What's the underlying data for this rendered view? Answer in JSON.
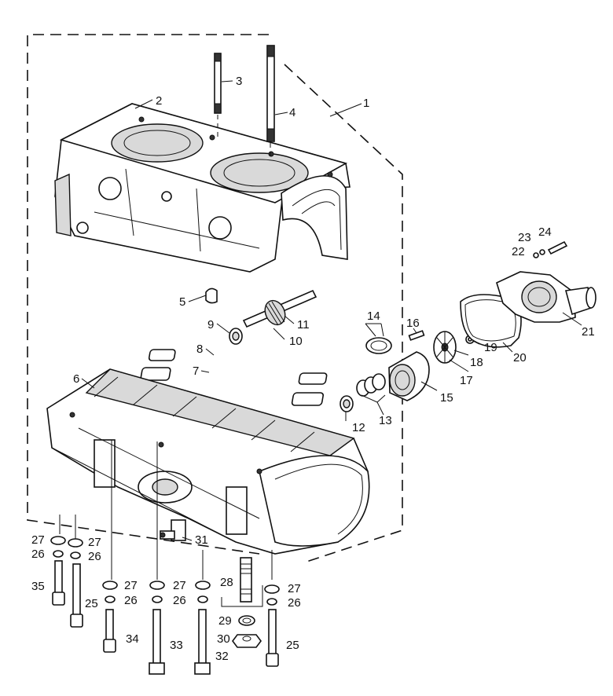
{
  "diagram": {
    "callouts": [
      {
        "id": "c1",
        "text": "1"
      },
      {
        "id": "c2",
        "text": "2"
      },
      {
        "id": "c3",
        "text": "3"
      },
      {
        "id": "c4",
        "text": "4"
      },
      {
        "id": "c5",
        "text": "5"
      },
      {
        "id": "c6",
        "text": "6"
      },
      {
        "id": "c7",
        "text": "7"
      },
      {
        "id": "c8",
        "text": "8"
      },
      {
        "id": "c9",
        "text": "9"
      },
      {
        "id": "c10",
        "text": "10"
      },
      {
        "id": "c11",
        "text": "11"
      },
      {
        "id": "c12",
        "text": "12"
      },
      {
        "id": "c13",
        "text": "13"
      },
      {
        "id": "c14",
        "text": "14"
      },
      {
        "id": "c15",
        "text": "15"
      },
      {
        "id": "c16",
        "text": "16"
      },
      {
        "id": "c17",
        "text": "17"
      },
      {
        "id": "c18",
        "text": "18"
      },
      {
        "id": "c19",
        "text": "19"
      },
      {
        "id": "c20",
        "text": "20"
      },
      {
        "id": "c21",
        "text": "21"
      },
      {
        "id": "c22",
        "text": "22"
      },
      {
        "id": "c23",
        "text": "23"
      },
      {
        "id": "c24",
        "text": "24"
      },
      {
        "id": "c27a",
        "text": "27"
      },
      {
        "id": "c27b",
        "text": "27"
      },
      {
        "id": "c26a",
        "text": "26"
      },
      {
        "id": "c26b",
        "text": "26"
      },
      {
        "id": "c31",
        "text": "31"
      },
      {
        "id": "c35",
        "text": "35"
      },
      {
        "id": "c25a",
        "text": "25"
      },
      {
        "id": "c27c",
        "text": "27"
      },
      {
        "id": "c27d",
        "text": "27"
      },
      {
        "id": "c26c",
        "text": "26"
      },
      {
        "id": "c26d",
        "text": "26"
      },
      {
        "id": "c28",
        "text": "28"
      },
      {
        "id": "c27e",
        "text": "27"
      },
      {
        "id": "c26e",
        "text": "26"
      },
      {
        "id": "c29",
        "text": "29"
      },
      {
        "id": "c30",
        "text": "30"
      },
      {
        "id": "c34",
        "text": "34"
      },
      {
        "id": "c33",
        "text": "33"
      },
      {
        "id": "c32",
        "text": "32"
      },
      {
        "id": "c25b",
        "text": "25"
      }
    ]
  }
}
